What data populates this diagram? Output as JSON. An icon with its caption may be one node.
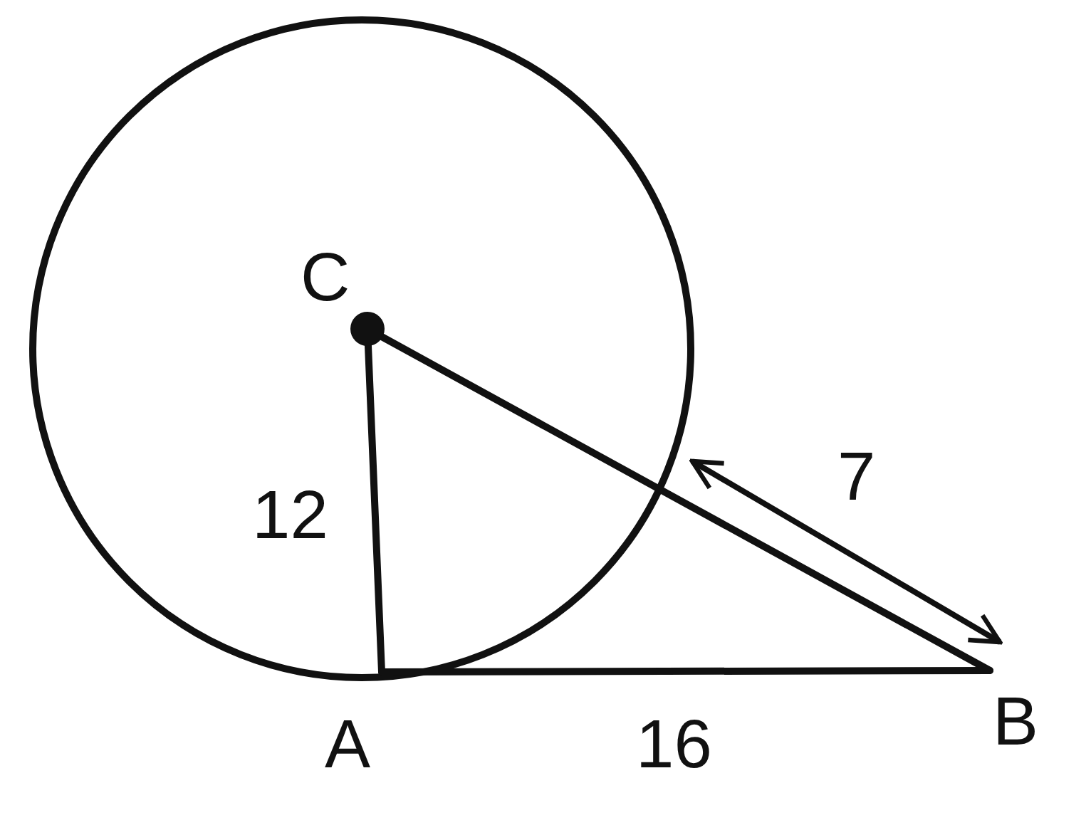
{
  "diagram": {
    "nodes": [
      {
        "text": [
          "C"
        ]
      },
      {
        "text": [
          "A"
        ]
      },
      {
        "text": [
          "B"
        ]
      }
    ],
    "edges": [
      {
        "from": 0,
        "to": 1,
        "arrow": "none",
        "label": "12"
      },
      {
        "from": 0,
        "to": 2,
        "arrow": "none"
      },
      {
        "from": 1,
        "to": 2,
        "arrow": "none",
        "label": "16"
      }
    ],
    "labels": [
      "7"
    ]
  }
}
